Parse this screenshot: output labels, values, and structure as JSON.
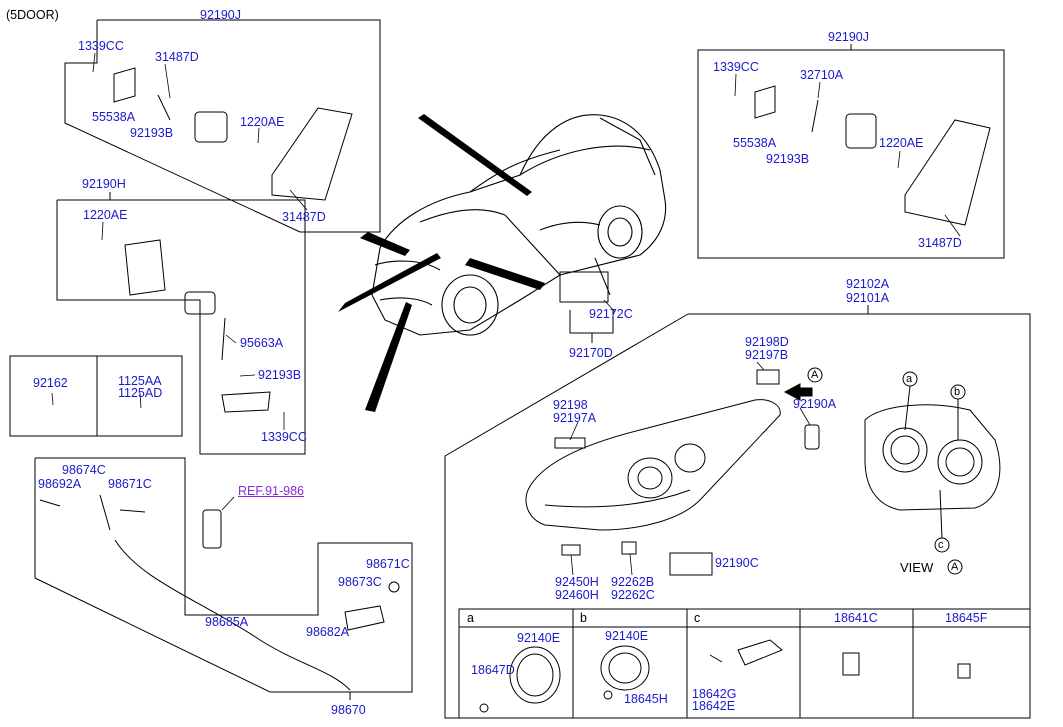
{
  "header": {
    "variant": "(5DOOR)"
  },
  "colors": {
    "part_number": "#1a1acc",
    "ref": "#8a2bd8",
    "lines": "#000000"
  },
  "groups": {
    "leveling_left_top": {
      "assy": "92190J",
      "parts": [
        "1339CC",
        "31487D",
        "55538A",
        "92193B",
        "1220AE",
        "31487D"
      ]
    },
    "leveling_right_top": {
      "assy": "92190J",
      "parts": [
        "1339CC",
        "32710A",
        "55538A",
        "92193B",
        "1220AE",
        "31487D"
      ]
    },
    "leveling_left_mid": {
      "assy": "92190H",
      "parts": [
        "1220AE",
        "95663A",
        "92193B",
        "1339CC"
      ]
    },
    "small_parts": {
      "a": "92162",
      "b1": "1125AA",
      "b2": "1125AD"
    },
    "washer": {
      "parts": [
        "98674C",
        "98692A",
        "98671C",
        "98685A",
        "98671C",
        "98673C",
        "98682A"
      ],
      "ref": "REF.91-986",
      "assy": "98670"
    },
    "vehicle": {
      "parts": [
        "92172C",
        "92170D"
      ]
    },
    "headlamp": {
      "assy1": "92102A",
      "assy2": "92101A",
      "parts": {
        "p1a": "92198D",
        "p1b": "92197B",
        "p2a": "92198",
        "p2b": "92197A",
        "p3": "92190A",
        "p4a": "92450H",
        "p4b": "92460H",
        "p5a": "92262B",
        "p5b": "92262C",
        "p6": "92190C"
      },
      "callouts": {
        "view": "VIEW",
        "view_letter": "A",
        "arrow_letter": "A",
        "a": "a",
        "b": "b",
        "c": "c"
      }
    },
    "bulb_table": {
      "headers": [
        "a",
        "b",
        "c",
        "18641C",
        "18645F"
      ],
      "cells": {
        "a_top": "92140E",
        "a_bottom": "18647D",
        "b_top": "92140E",
        "b_bottom": "18645H",
        "c_bottom1": "18642G",
        "c_bottom2": "18642E"
      }
    }
  }
}
